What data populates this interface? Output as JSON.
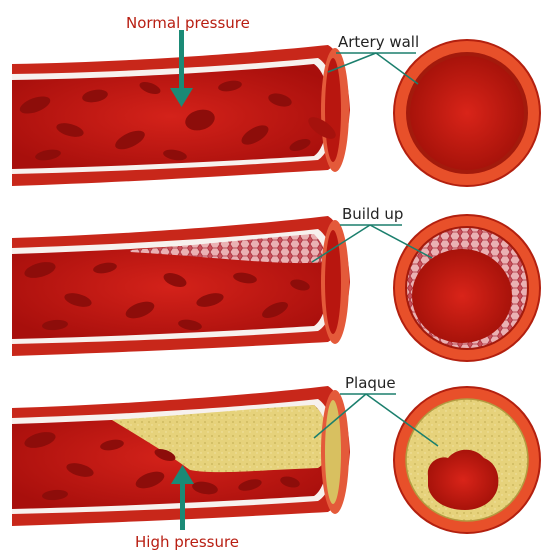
{
  "labels": {
    "normal_pressure": "Normal pressure",
    "artery_wall": "Artery wall",
    "build_up": "Build up",
    "plaque": "Plaque",
    "high_pressure": "High pressure"
  },
  "colors": {
    "background": "#ffffff",
    "arrow_teal": "#1b8a76",
    "label_red": "#b81e12",
    "label_dark": "#232323",
    "artery_wall_orange": "#e8502a",
    "artery_wall_dark": "#a31a0c",
    "blood_red": "#c31a14",
    "blood_cell_red": "#8d0d0a",
    "plaque_yellow": "#e8d37e",
    "buildup_pink": "#e9a9ab"
  }
}
